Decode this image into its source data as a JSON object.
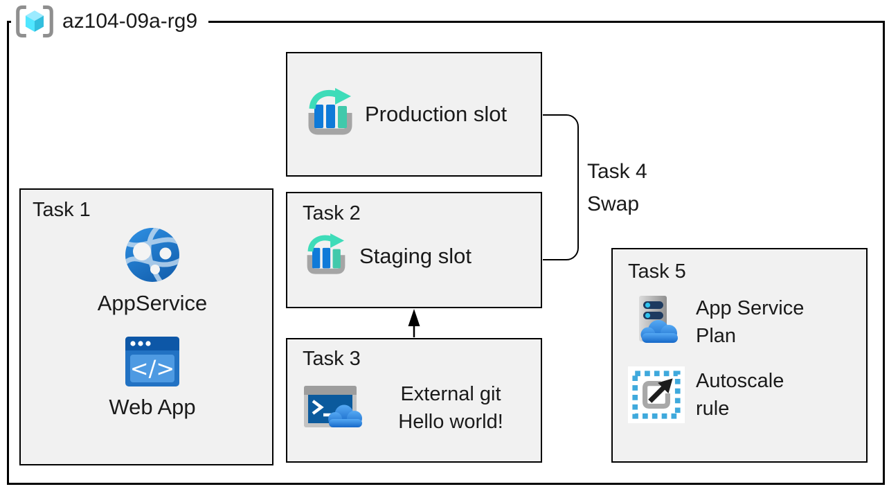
{
  "title": "az104-09a-rg9",
  "production": {
    "label": "Production slot"
  },
  "task1": {
    "label": "Task 1",
    "app_service": "AppService",
    "web_app": "Web App"
  },
  "task2": {
    "label": "Task 2",
    "staging": "Staging slot"
  },
  "task3": {
    "label": "Task 3",
    "line1": "External git",
    "line2": "Hello world!"
  },
  "task4": {
    "label": "Task 4",
    "action": "Swap"
  },
  "task5": {
    "label": "Task 5",
    "plan_line1": "App Service",
    "plan_line2": "Plan",
    "autoscale_line1": "Autoscale",
    "autoscale_line2": "rule"
  },
  "icons": {
    "resource_group": "resource-group-icon",
    "deployment_slots": "deployment-slots-icon",
    "app_service": "app-service-icon",
    "web_app": "web-app-icon",
    "cloud_shell": "cloud-shell-icon",
    "app_service_plan": "app-service-plan-icon",
    "autoscale": "autoscale-icon"
  },
  "colors": {
    "box_fill": "#f1f1f1",
    "border": "#000000",
    "azure_blue": "#0f7ad8",
    "dark_blue": "#0d57a7",
    "teal_arrow": "#3edcb9",
    "cube_cyan": "#50e6ff",
    "cube_cyan_light": "#9cebff",
    "cube_cyan_dark": "#32bedd",
    "icon_gray": "#a5a5a5",
    "cloud_blue": "#1b74d3",
    "autoscale_dash_blue": "#3fa9dc"
  }
}
